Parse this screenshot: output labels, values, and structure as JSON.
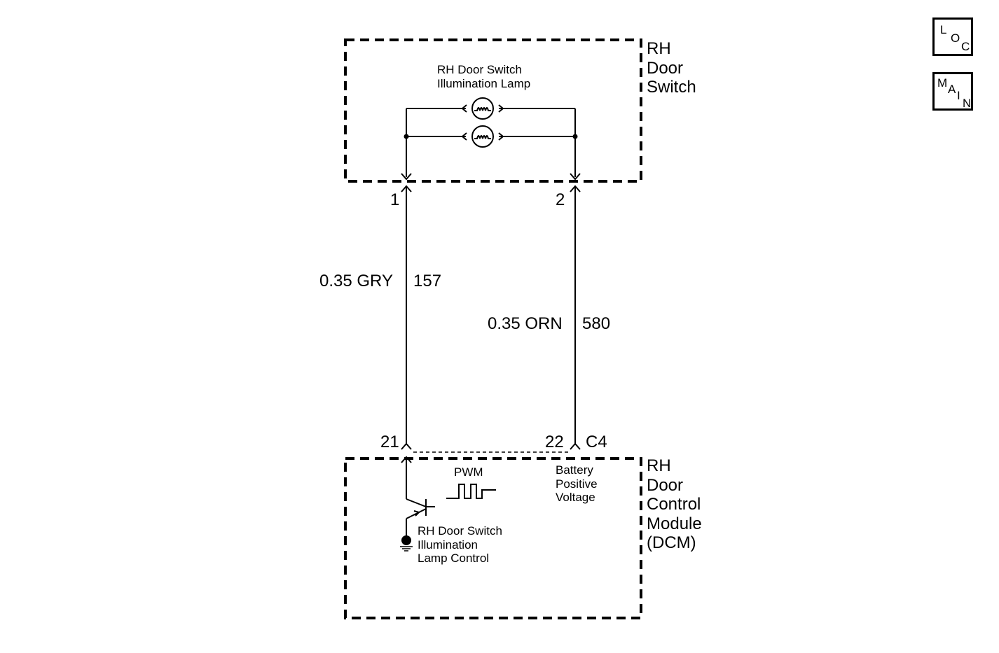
{
  "switch": {
    "title_lines": [
      "RH",
      "Door",
      "Switch"
    ],
    "lamp_label_lines": [
      "RH Door Switch",
      "Illumination Lamp"
    ]
  },
  "pins": {
    "switch_left": "1",
    "switch_right": "2",
    "module_left": "21",
    "module_right": "22",
    "connector": "C4"
  },
  "wires": [
    {
      "gauge_color": "0.35 GRY",
      "circuit": "157"
    },
    {
      "gauge_color": "0.35 ORN",
      "circuit": "580"
    }
  ],
  "module": {
    "title_lines": [
      "RH",
      "Door",
      "Control",
      "Module",
      "(DCM)"
    ],
    "pwm_label": "PWM",
    "supply_label_lines": [
      "Battery",
      "Positive",
      "Voltage"
    ],
    "control_label_lines": [
      "RH Door Switch",
      "Illumination",
      "Lamp Control"
    ]
  },
  "nav": {
    "loc": {
      "letters": [
        "L",
        "O",
        "C"
      ]
    },
    "main": {
      "letters": [
        "M",
        "A",
        "I",
        "N"
      ]
    }
  }
}
